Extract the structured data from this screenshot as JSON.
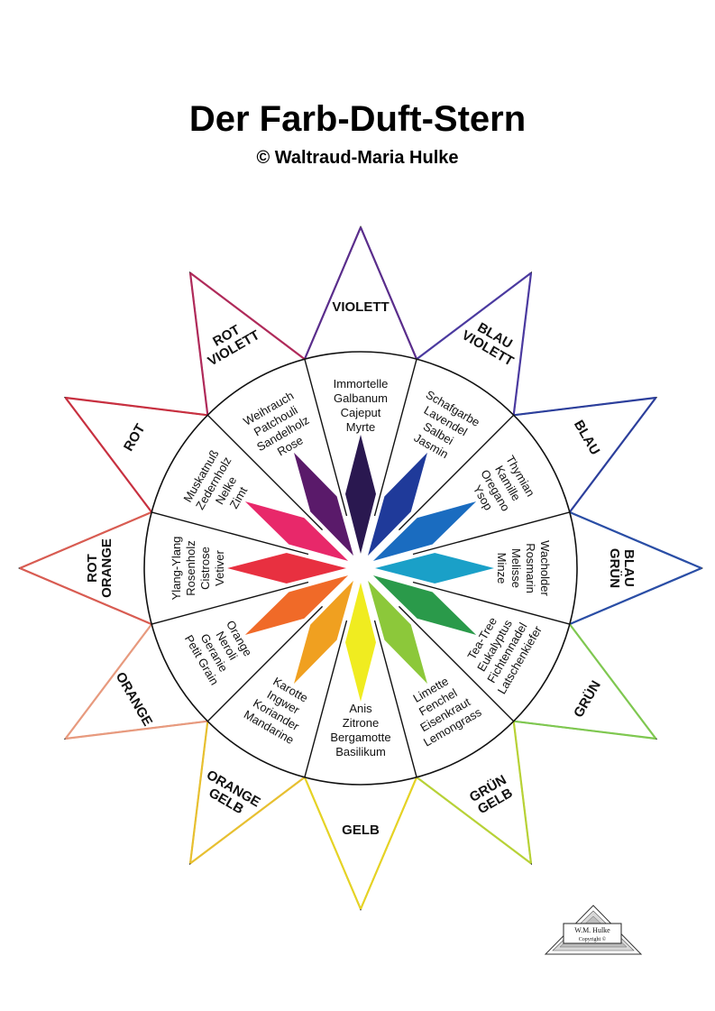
{
  "title": "Der Farb-Duft-Stern",
  "subtitle": "© Waltraud-Maria Hulke",
  "points": [
    {
      "lines": [
        "VIOLETT"
      ],
      "color": "#5a2d8c"
    },
    {
      "lines": [
        "BLAU",
        "VIOLETT"
      ],
      "color": "#4b3aa0"
    },
    {
      "lines": [
        "BLAU"
      ],
      "color": "#2c3f9c"
    },
    {
      "lines": [
        "BLAU",
        "GRÜN"
      ],
      "color": "#2a4ea6"
    },
    {
      "lines": [
        "GRÜN"
      ],
      "color": "#7fc850"
    },
    {
      "lines": [
        "GRÜN",
        "GELB"
      ],
      "color": "#b8d236"
    },
    {
      "lines": [
        "GELB"
      ],
      "color": "#e6d324"
    },
    {
      "lines": [
        "ORANGE",
        "GELB"
      ],
      "color": "#e8c030"
    },
    {
      "lines": [
        "ORANGE"
      ],
      "color": "#e89a7e"
    },
    {
      "lines": [
        "ROT",
        "ORANGE"
      ],
      "color": "#d95c52"
    },
    {
      "lines": [
        "ROT"
      ],
      "color": "#c83040"
    },
    {
      "lines": [
        "ROT",
        "VIOLETT"
      ],
      "color": "#b02a5a"
    }
  ],
  "sections": [
    {
      "scents": [
        "Immortelle",
        "Galbanum",
        "Cajeput",
        "Myrte"
      ]
    },
    {
      "scents": [
        "Schafgarbe",
        "Lavendel",
        "Salbei",
        "Jasmin"
      ]
    },
    {
      "scents": [
        "Thymian",
        "Kamille",
        "Oregano",
        "Ysop"
      ]
    },
    {
      "scents": [
        "Wacholder",
        "Rosmarin",
        "Melisse",
        "Minze"
      ]
    },
    {
      "scents": [
        "Tea-Tree",
        "Eukalyptus",
        "Fichtennadel",
        "Latschenkiefer"
      ]
    },
    {
      "scents": [
        "Limette",
        "Fenchel",
        "Eisenkraut",
        "Lemongrass"
      ]
    },
    {
      "scents": [
        "Anis",
        "Zitrone",
        "Bergamotte",
        "Basilikum"
      ]
    },
    {
      "scents": [
        "Karotte",
        "Ingwer",
        "Koriander",
        "Mandarine"
      ]
    },
    {
      "scents": [
        "Orange",
        "Neroli",
        "Geranie",
        "Petit Grain"
      ]
    },
    {
      "scents": [
        "Ylang-Ylang",
        "Rosenholz",
        "Cistrose",
        "Vetiver"
      ]
    },
    {
      "scents": [
        "Muskatnuß",
        "Zedernholz",
        "Nelke",
        "Zimt"
      ]
    },
    {
      "scents": [
        "Weihrauch",
        "Patchouli",
        "Sandelholz",
        "Rose"
      ]
    }
  ],
  "petal_colors": [
    "#2a1850",
    "#1f3a9a",
    "#1a6cc0",
    "#1aa0c8",
    "#2a9a4a",
    "#8cc83a",
    "#f0ec20",
    "#f0a020",
    "#f06a28",
    "#e83040",
    "#e8286a",
    "#5a1a6a"
  ],
  "logo": {
    "line1": "W.M. Hulke",
    "line2": "Copyright ©"
  }
}
